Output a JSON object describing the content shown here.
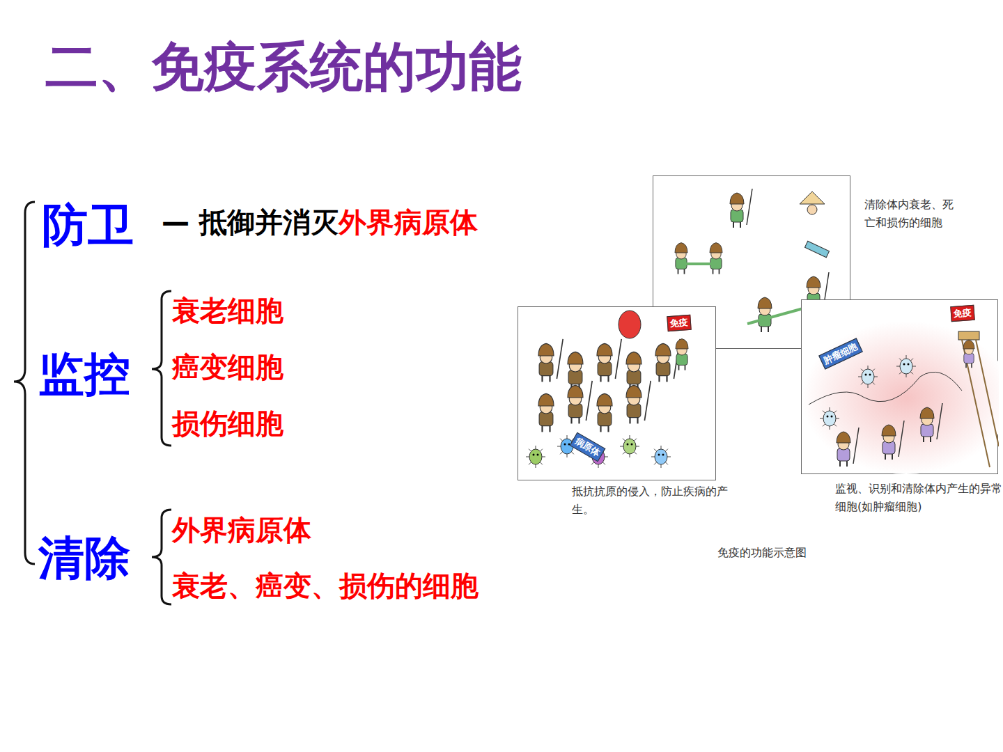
{
  "diagram": {
    "title": "二、免疫系统的功能",
    "caption": "免疫的功能示意图",
    "nodes": [
      {
        "text": [
          "清除体内衰老、死亡和损伤的细胞"
        ]
      },
      {
        "text": [
          "抵抗抗原的侵入，防止疾病的产生。"
        ]
      },
      {
        "text": [
          "监视、识别和清除体内产生的异常细胞(如肿瘤细胞)"
        ]
      }
    ],
    "labels": [
      "防卫",
      "— 抵御并消灭",
      "外界病原体",
      "监控",
      "衰老细胞",
      "癌变细胞",
      "损伤细胞",
      "清除",
      "外界病原体",
      "衰老、癌变、损伤的细胞",
      "免疫",
      "病原体",
      "免疫",
      "肿瘤细胞"
    ]
  }
}
